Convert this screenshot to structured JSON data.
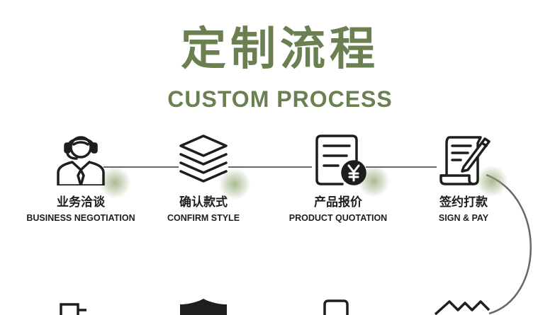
{
  "title_cn": "定制流程",
  "title_en": "CUSTOM PROCESS",
  "steps": [
    {
      "cn": "业务洽谈",
      "en": "BUSINESS NEGOTIATION",
      "icon": "customer-service-headset-icon"
    },
    {
      "cn": "确认款式",
      "en": "CONFIRM STYLE",
      "icon": "layers-stack-icon"
    },
    {
      "cn": "产品报价",
      "en": "PRODUCT QUOTATION",
      "icon": "document-yen-quote-icon"
    },
    {
      "cn": "签约打款",
      "en": "SIGN & PAY",
      "icon": "contract-pen-icon"
    }
  ],
  "colors": {
    "accent": "#6b8050",
    "text": "#1e1e1e",
    "line": "#6e6466",
    "glow": "#8ca56e"
  }
}
